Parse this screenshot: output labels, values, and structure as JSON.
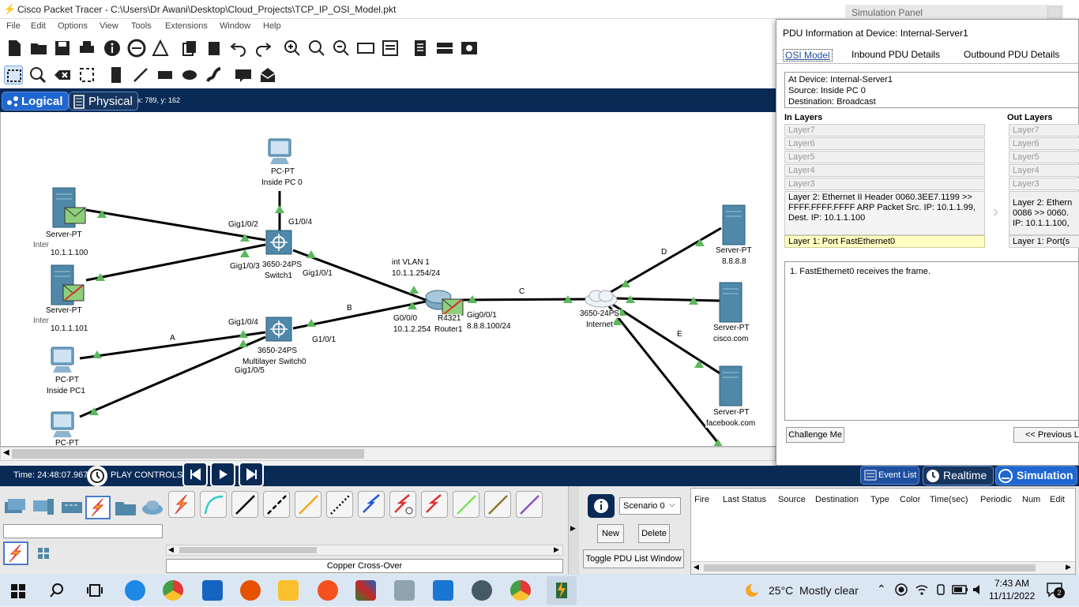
{
  "window": {
    "title": "Cisco Packet Tracer - C:\\Users\\Dr Awani\\Desktop\\Cloud_Projects\\TCP_IP_OSI_Model.pkt"
  },
  "menu": [
    "File",
    "Edit",
    "Options",
    "View",
    "Tools",
    "Extensions",
    "Window",
    "Help"
  ],
  "modes": {
    "logical": "Logical",
    "physical": "Physical",
    "coords": "x: 789, y: 162"
  },
  "devices": {
    "pc0_type": "PC-PT",
    "pc0_name": "Inside PC 0",
    "srv1_type": "Server-PT",
    "srv1_name": "Inter",
    "srv1_ip": "10.1.1.100",
    "srv2_type": "Server-PT",
    "srv2_name": "Inter",
    "srv2_ip": "10.1.1.101",
    "pc1_type": "PC-PT",
    "pc1_name": "Inside PC1",
    "pc2_type": "PC-PT",
    "switch1_model": "3650-24PS",
    "switch1_name": "Switch1",
    "mls0_model": "3650-24PS",
    "mls0_name": "Multilayer Switch0",
    "router_model": "R4321",
    "router_name": "Router1",
    "internet_model": "3650-24PS",
    "internet_name": "Internet",
    "srv_dns_type": "Server-PT",
    "srv_dns_name": "8.8.8.8",
    "srv_cisco_type": "Server-PT",
    "srv_cisco_name": "cisco.com",
    "srv_fb_type": "Server-PT",
    "srv_fb_name": "facebook.com"
  },
  "links": {
    "gig102": "Gig1/0/2",
    "gig103": "Gig1/0/3",
    "g104": "G1/0/4",
    "gig101": "Gig1/0/1",
    "vlan": "int VLAN 1",
    "vlan_ip": "10.1.1.254/24",
    "g000": "G0/0/0",
    "g000_ip": "10.1.2.254",
    "g001": "Gig0/0/1",
    "g001_ip": "8.8.8.100/24",
    "mls_gig104": "Gig1/0/4",
    "mls_g101": "G1/0/1",
    "mls_gig105": "Gig1/0/5",
    "A": "A",
    "B": "B",
    "C": "C",
    "D": "D",
    "E": "E"
  },
  "sim_panel": {
    "title": "Simulation Panel",
    "pdu_title": "PDU Information at Device: Internal-Server1",
    "tabs": [
      "OSI Model",
      "Inbound PDU Details",
      "Outbound PDU Details"
    ],
    "at_device": "At Device: Internal-Server1",
    "source": "Source: Inside PC 0",
    "destination": "Destination: Broadcast",
    "in_layers": "In Layers",
    "out_layers": "Out Layers",
    "layers": [
      "Layer7",
      "Layer6",
      "Layer5",
      "Layer4",
      "Layer3"
    ],
    "in_layer2": "Layer 2: Ethernet II Header 0060.3EE7.1199 >> FFFF.FFFF.FFFF ARP Packet Src. IP: 10.1.1.99, Dest. IP: 10.1.1.100",
    "in_layer1": "Layer 1: Port FastEthernet0",
    "out_layer2": "Layer 2: Ethern 0086 >> 0060. IP: 10.1.1.100,",
    "out_layer1": "Layer 1: Port(s",
    "description": "1. FastEthernet0 receives the frame.",
    "challenge": "Challenge Me",
    "prev": "<< Previous La"
  },
  "status": {
    "time": "Time: 24:48:07.967",
    "play": "PLAY CONTROLS:",
    "event_list": "Event List",
    "realtime": "Realtime",
    "simulation": "Simulation"
  },
  "bottom": {
    "cable_label": "Copper Cross-Over",
    "scenario": "Scenario 0",
    "new": "New",
    "delete": "Delete",
    "toggle": "Toggle PDU List Window",
    "columns": [
      "Fire",
      "Last Status",
      "Source",
      "Destination",
      "Type",
      "Color",
      "Time(sec)",
      "Periodic",
      "Num",
      "Edit"
    ]
  },
  "taskbar": {
    "weather": "25°C  Mostly clear",
    "time": "7:43 AM",
    "date": "11/11/2022",
    "notif": "2"
  },
  "colors": {
    "accent": "#1f66d0",
    "link_green": "#5cb85c",
    "statusbar": "#0a2a56"
  }
}
